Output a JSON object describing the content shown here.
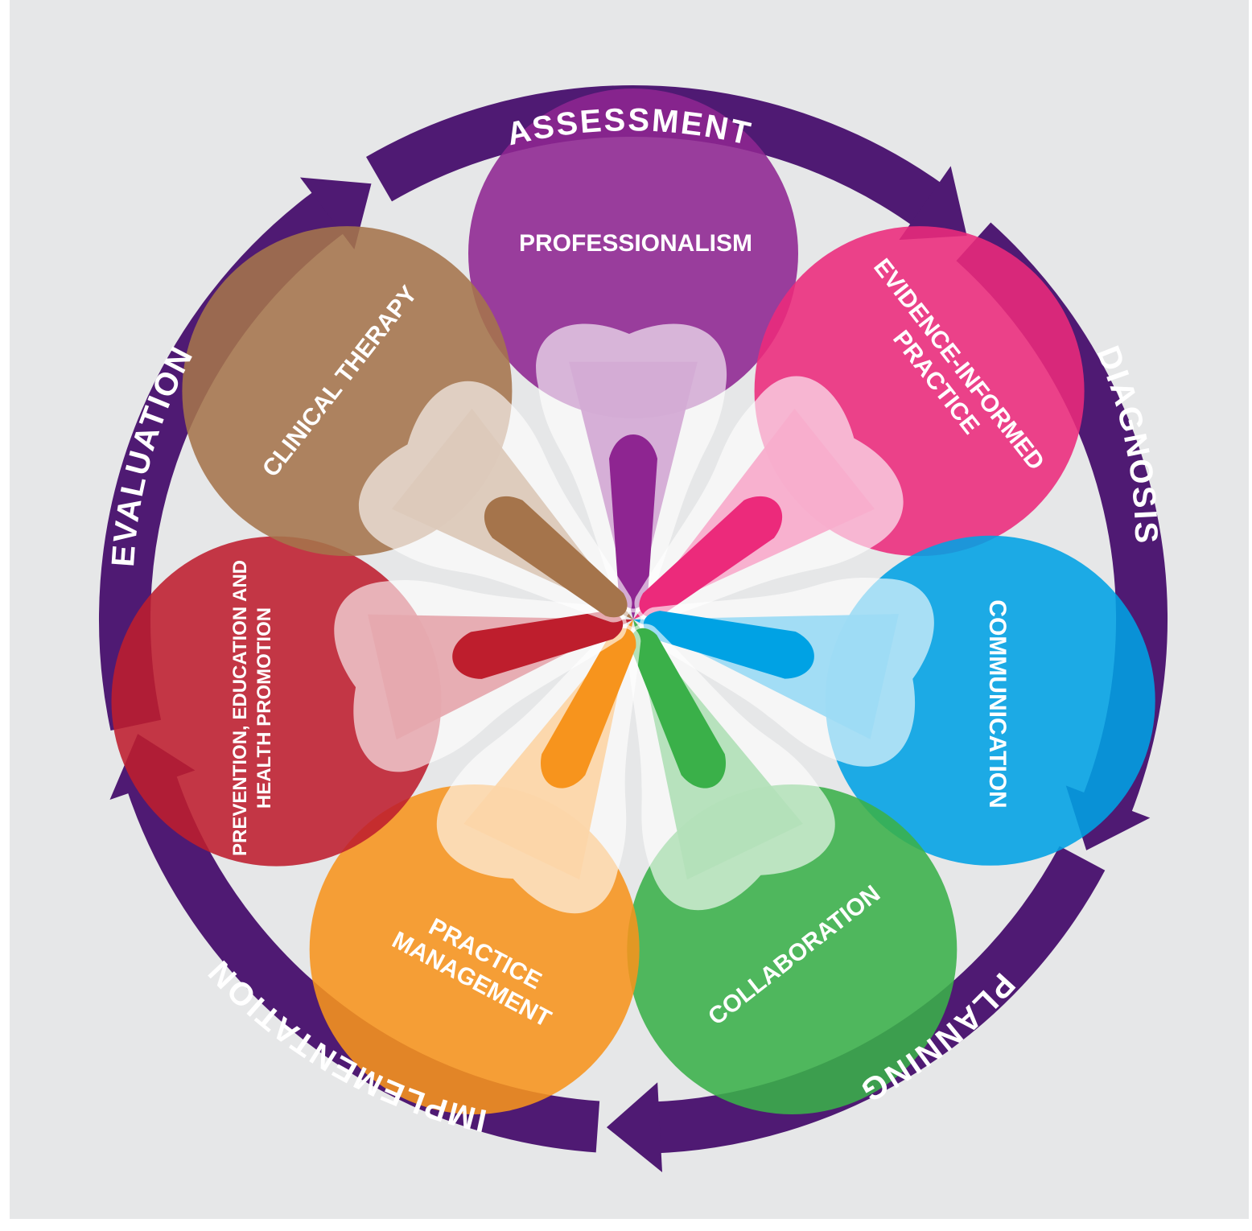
{
  "colors": {
    "background": "#e6e7e8",
    "ring": "#4f1a73",
    "professionalism": "#8e2591",
    "evidence": "#ec2a7b",
    "communication": "#00a2e4",
    "collaboration": "#3ab049",
    "practice_management": "#f7941d",
    "prevention": "#be1e2d",
    "clinical_therapy": "#a5744b"
  },
  "cycle": {
    "assessment": "ASSESSMENT",
    "diagnosis": "DIAGNOSIS",
    "planning": "PLANNING",
    "implementation": "IMPLEMENTATION",
    "evaluation": "EVALUATION"
  },
  "petals": {
    "professionalism": "PROFESSIONALISM",
    "evidence_line1": "EVIDENCE-INFORMED",
    "evidence_line2": "PRACTICE",
    "communication": "COMMUNICATION",
    "collaboration": "COLLABORATION",
    "practice_management_line1": "PRACTICE",
    "practice_management_line2": "MANAGEMENT",
    "prevention_line1": "PREVENTION, EDUCATION AND",
    "prevention_line2": "HEALTH PROMOTION",
    "clinical_therapy": "CLINICAL THERAPY"
  },
  "icons": {
    "petal_motif": "tooth-icon"
  }
}
